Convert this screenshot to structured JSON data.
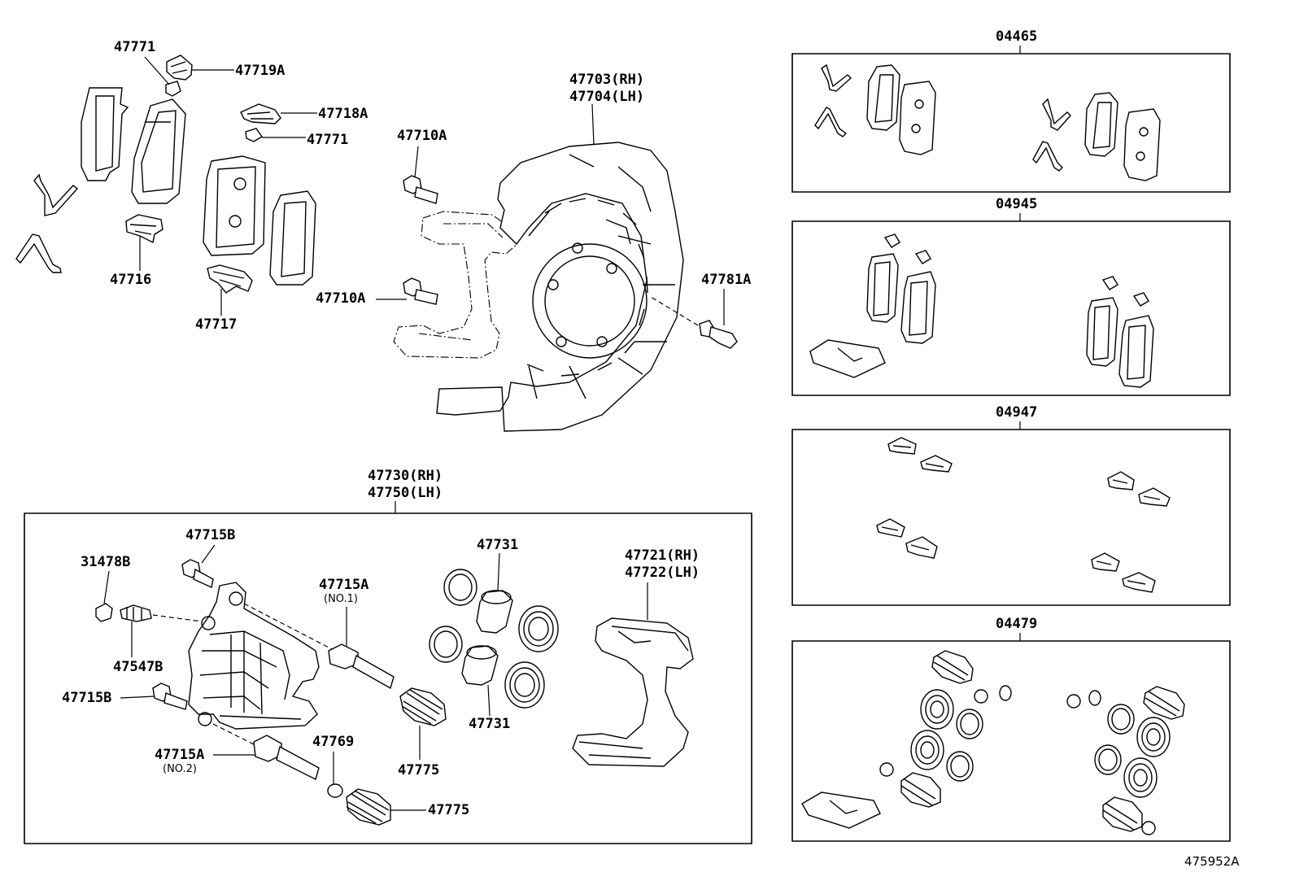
{
  "labels": {
    "p47771_top": "47771",
    "p47719A": "47719A",
    "p47718A": "47718A",
    "p47771_mid": "47771",
    "p47716": "47716",
    "p47717": "47717",
    "p47710A_top": "47710A",
    "p47710A_bot": "47710A",
    "p47703": "47703(RH)",
    "p47704": "47704(LH)",
    "p47781A": "47781A",
    "p47730": "47730(RH)",
    "p47750": "47750(LH)",
    "p47715B_top": "47715B",
    "p31478B": "31478B",
    "p47547B": "47547B",
    "p47715B_bot": "47715B",
    "p47715A_no1": "47715A",
    "no1": "(NO.1)",
    "p47715A_no2": "47715A",
    "no2": "(NO.2)",
    "p47769": "47769",
    "p47775_mid": "47775",
    "p47775_bot": "47775",
    "p47731_top": "47731",
    "p47731_bot": "47731",
    "p47721": "47721(RH)",
    "p47722": "47722(LH)",
    "kit04465": "04465",
    "kit04945": "04945",
    "kit04947": "04947",
    "kit04479": "04479",
    "drawing_code": "475952A"
  }
}
